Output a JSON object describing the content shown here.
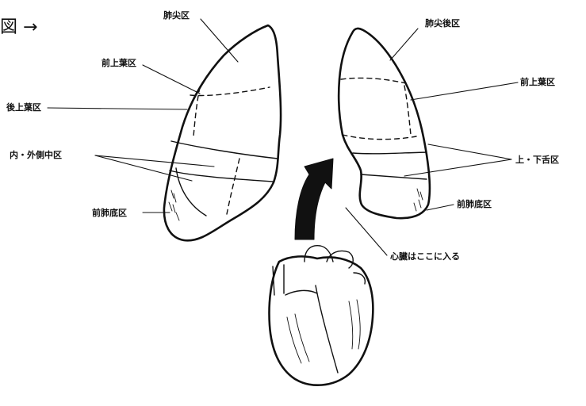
{
  "figure_tail": "図 →",
  "labels": {
    "apical": "肺尖区",
    "anterior_upper": "前上葉区",
    "posterior_upper": "後上葉区",
    "medial_lateral_middle": "内・外側中区",
    "anterior_basal_right": "前肺底区",
    "apicoposterior": "肺尖後区",
    "anterior_upper_left": "前上葉区",
    "lingular": "上・下舌区",
    "anterior_basal_left": "前肺底区",
    "heart_note": "心臓はここに入る"
  }
}
